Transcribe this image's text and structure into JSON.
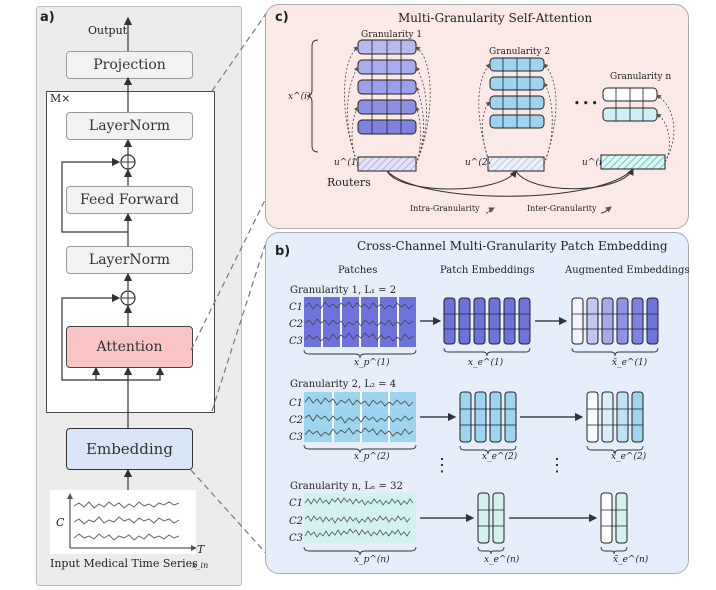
{
  "panel_a": {
    "label": "a)",
    "output": "Output",
    "projection": "Projection",
    "repeat": "M×",
    "layernorm_top": "LayerNorm",
    "feed_forward": "Feed Forward",
    "layernorm_bottom": "LayerNorm",
    "attention": "Attention",
    "embedding": "Embedding",
    "axis_c": "C",
    "axis_t": "T",
    "input_caption": "Input Medical Time Series",
    "input_symbol": "x_in"
  },
  "panel_c": {
    "label": "c)",
    "title": "Multi-Granularity Self-Attention",
    "granularity_1": "Granularity 1",
    "granularity_2": "Granularity 2",
    "granularity_n": "Granularity n",
    "x_symbol": "x^(i)",
    "u1": "u^(1)",
    "u2": "u^(2)",
    "un": "u^(n)",
    "routers": "Routers",
    "intra": "Intra-Granularity",
    "inter": "Inter-Granularity",
    "ellipsis": "• • •"
  },
  "panel_b": {
    "label": "b)",
    "title": "Cross-Channel Multi-Granularity Patch Embedding",
    "col_patches": "Patches",
    "col_patch_emb": "Patch Embeddings",
    "col_aug_emb": "Augmented Embeddings",
    "rows": [
      {
        "title": "Granularity 1, L₁ = 2",
        "xp": "x_p^(1)",
        "xe": "x_e^(1)",
        "xa": "x̃_e^(1)"
      },
      {
        "title": "Granularity 2, L₂ = 4",
        "xp": "x_p^(2)",
        "xe": "x_e^(2)",
        "xa": "x̃_e^(2)"
      },
      {
        "title": "Granularity n, Lₙ = 32",
        "xp": "x_p^(n)",
        "xe": "x_e^(n)",
        "xa": "x̃_e^(n)"
      }
    ],
    "channels": [
      "C1",
      "C2",
      "C3"
    ],
    "vdots": "⋮"
  }
}
